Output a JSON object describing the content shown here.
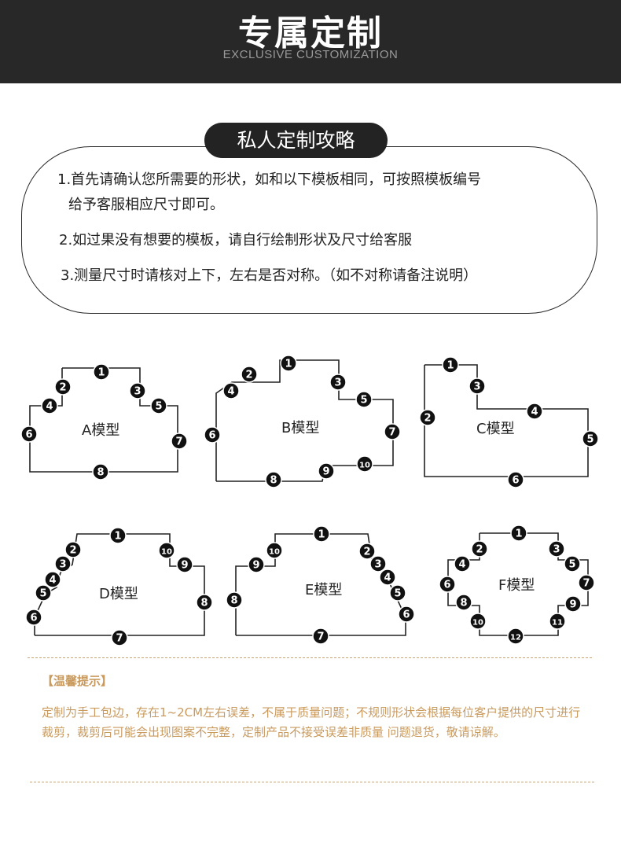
{
  "header": {
    "title": "专属定制",
    "subtitle": "EXCLUSIVE CUSTOMIZATION"
  },
  "guide": {
    "title": "私人定制攻略",
    "lines": [
      "1.首先请确认您所需要的形状，如和以下模板相同，可按照模板编号",
      "给予客服相应尺寸即可。",
      "2.如过果没有想要的模板，请自行绘制形状及尺寸给客服",
      "3.测量尺寸时请核对上下，左右是否对称。（如不对称请备注说明）"
    ]
  },
  "templates": [
    {
      "name": "A模型",
      "markers": [
        "1",
        "2",
        "3",
        "4",
        "5",
        "6",
        "7",
        "8"
      ]
    },
    {
      "name": "B模型",
      "markers": [
        "1",
        "2",
        "3",
        "4",
        "5",
        "6",
        "7",
        "8",
        "9",
        "10"
      ]
    },
    {
      "name": "C模型",
      "markers": [
        "1",
        "2",
        "3",
        "4",
        "5",
        "6"
      ]
    },
    {
      "name": "D模型",
      "markers": [
        "1",
        "2",
        "3",
        "4",
        "5",
        "6",
        "7",
        "8",
        "9",
        "10"
      ]
    },
    {
      "name": "E模型",
      "markers": [
        "1",
        "2",
        "3",
        "4",
        "5",
        "6",
        "7",
        "8",
        "9",
        "10"
      ]
    },
    {
      "name": "F模型",
      "markers": [
        "1",
        "2",
        "3",
        "4",
        "5",
        "6",
        "7",
        "8",
        "9",
        "10",
        "11",
        "12"
      ]
    }
  ],
  "tips": {
    "title": "【温馨提示】",
    "body": "定制为手工包边，存在1~2CM左右误差，不属于质量问题；不规则形状会根据每位客户提供的尺寸进行裁剪，裁剪后可能会出现图案不完整，定制产品不接受误差非质量 问题退货，敬请谅解。"
  },
  "colors": {
    "header_bg": "#282828",
    "tip_text": "#c99a5e",
    "marker_fill": "#111111"
  }
}
